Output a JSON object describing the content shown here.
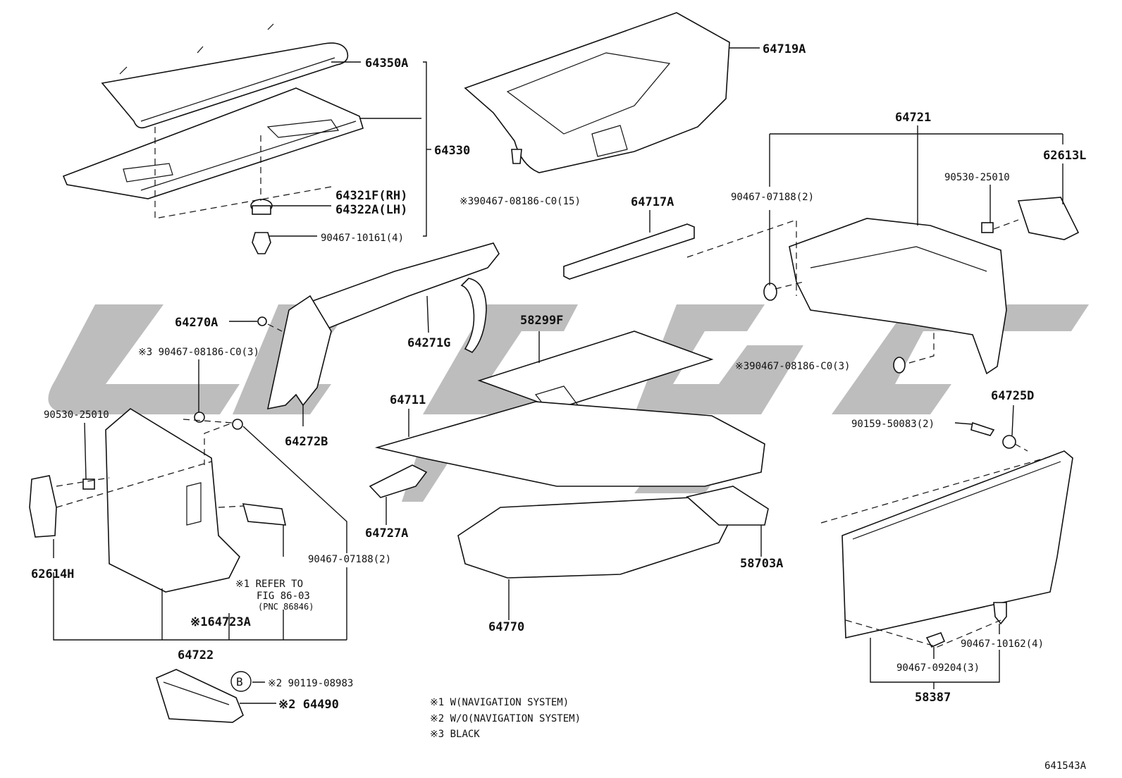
{
  "labels": {
    "p64350A": "64350A",
    "p64330": "64330",
    "p64321F": "64321F(RH)",
    "p64322A": "64322A(LH)",
    "p90467_10161": "90467-10161(4)",
    "p64719A": "64719A",
    "p90467_08186_top": "※390467-08186-C0(15)",
    "p64717A": "64717A",
    "p64721": "64721",
    "p62613L": "62613L",
    "p90530_25010_r": "90530-25010",
    "p90467_07188_r": "90467-07188(2)",
    "p64270A": "64270A",
    "p90467_08186_left": "※3 90467-08186-C0(3)",
    "p64271G": "64271G",
    "p58299F": "58299F",
    "p90467_08186_right": "※390467-08186-C0(3)",
    "p64725D": "64725D",
    "p90159_50083": "90159-50083(2)",
    "p90530_25010_l": "90530-25010",
    "p64711": "64711",
    "p64272B": "64272B",
    "p64727A": "64727A",
    "p58703A": "58703A",
    "p62614H": "62614H",
    "p90467_07188_l": "90467-07188(2)",
    "p64770": "64770",
    "p64723A": "※164723A",
    "p64722": "64722",
    "p90467_10162": "90467-10162(4)",
    "p90467_09204": "90467-09204(3)",
    "p58387": "58387",
    "p90119_08983": "※2 90119-08983",
    "p64490": "※2 64490",
    "circle_b": "B"
  },
  "refer_note": {
    "line1": "※1 REFER TO",
    "line2": "FIG 86-03",
    "line3": "(PNC 86846)"
  },
  "legend": {
    "n1": "※1 W(NAVIGATION SYSTEM)",
    "n2": "※2 W/O(NAVIGATION SYSTEM)",
    "n3": "※3 BLACK"
  },
  "figure_id": "641543A"
}
